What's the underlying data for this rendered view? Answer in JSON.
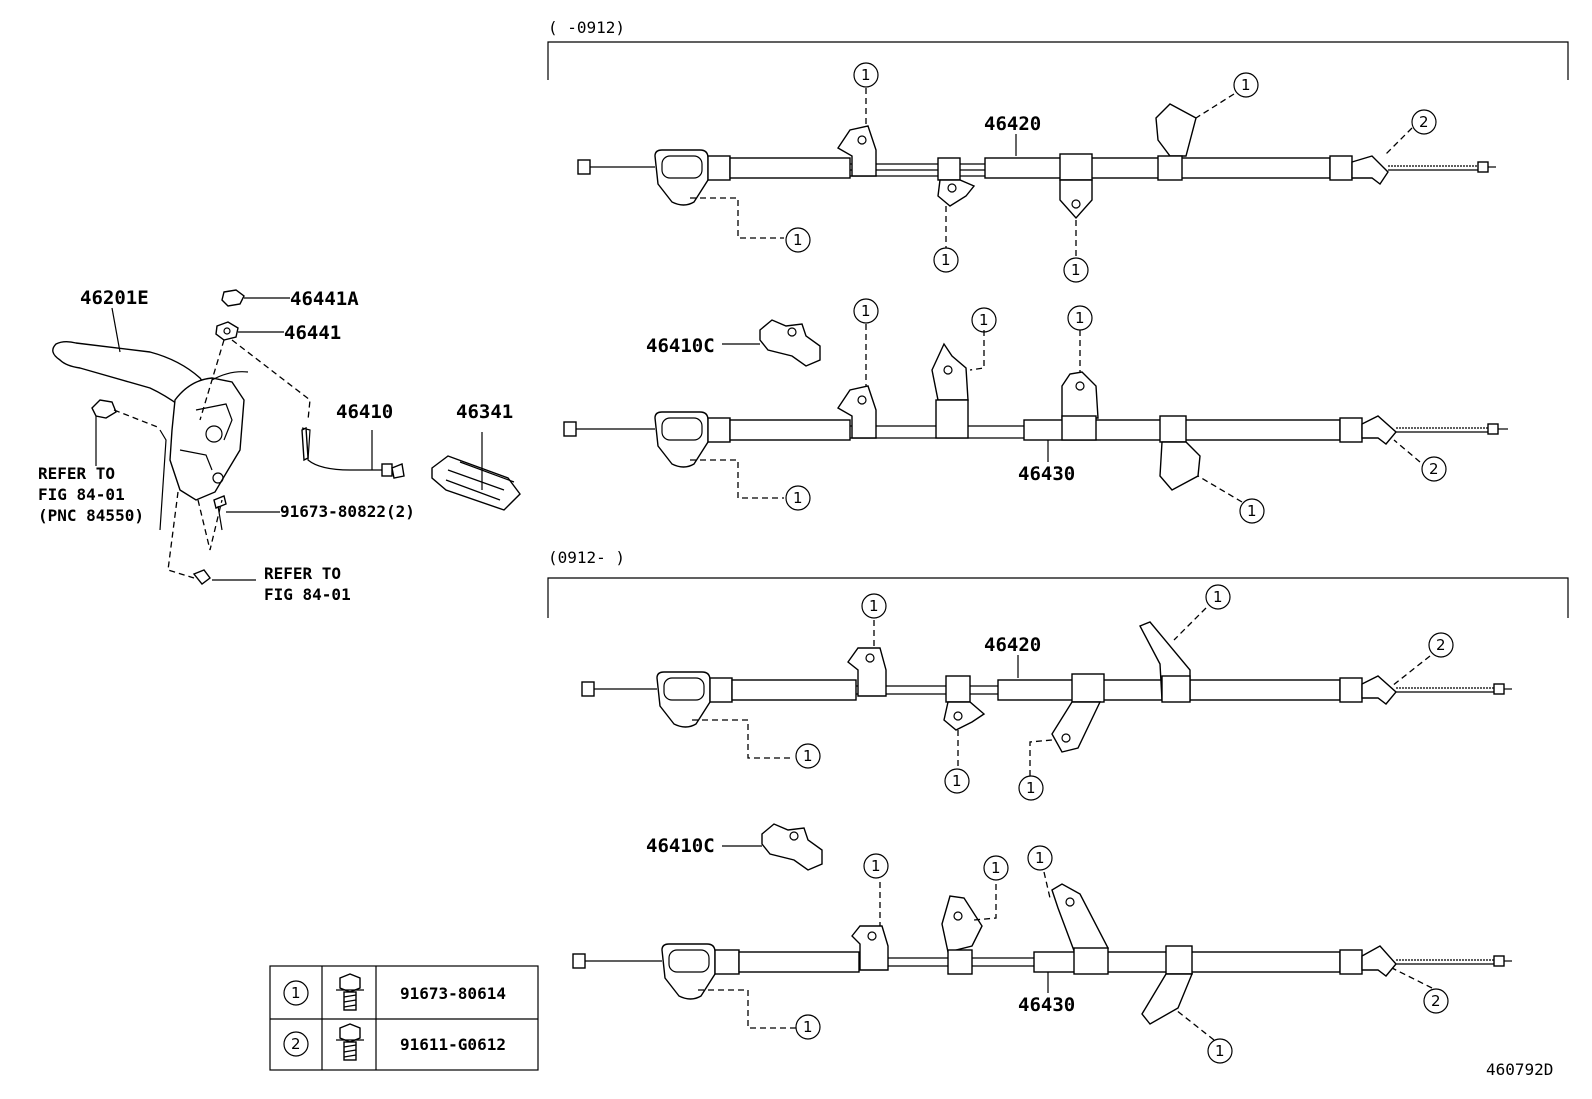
{
  "ranges": {
    "top": "(      -0912)",
    "bottom": "(0912-      )"
  },
  "drawing_id": "460792D",
  "left_parts": {
    "lever": "46201E",
    "nut_a": "46441A",
    "nut": "46441",
    "cable_front": "46410",
    "cover": "46341",
    "bolt": "91673-80822(2)",
    "refer1": [
      "REFER TO",
      "FIG 84-01",
      "(PNC 84550)"
    ],
    "refer2": [
      "REFER TO",
      "FIG 84-01"
    ]
  },
  "cable_labels": {
    "c1": "46420",
    "c2_clip": "46410C",
    "c2": "46430",
    "c3": "46420",
    "c4_clip": "46410C",
    "c4": "46430"
  },
  "callouts": {
    "one": "1",
    "two": "2"
  },
  "legend": [
    {
      "num": "1",
      "part": "91673-80614",
      "icon": "bolt-icon"
    },
    {
      "num": "2",
      "part": "91611-G0612",
      "icon": "bolt-icon"
    }
  ]
}
